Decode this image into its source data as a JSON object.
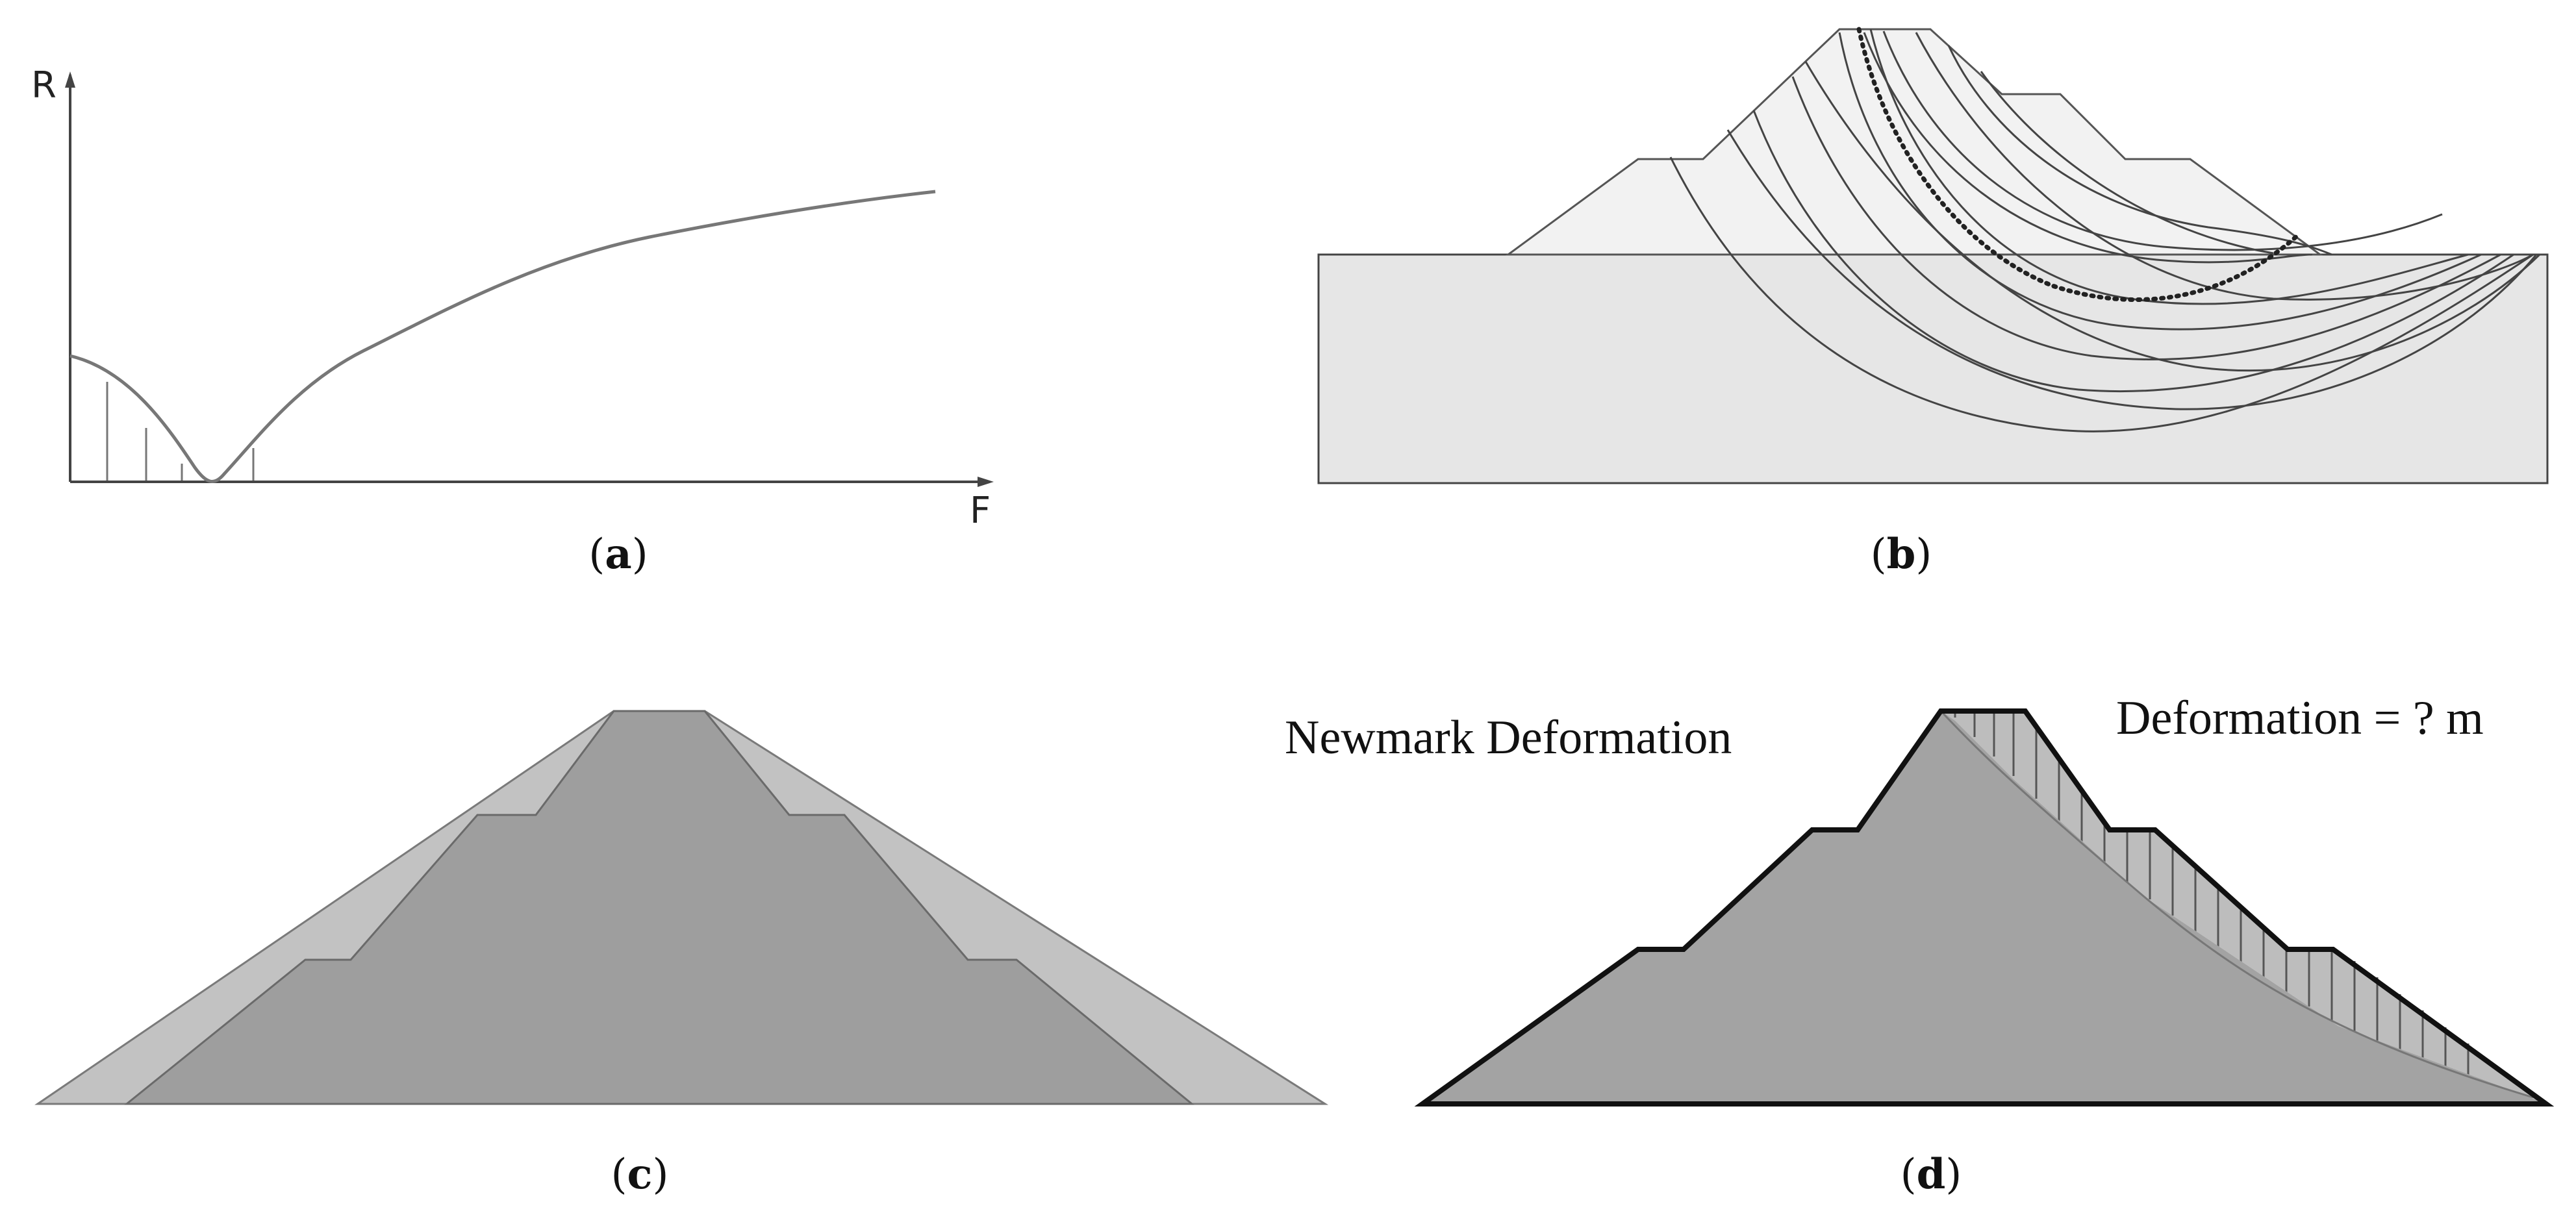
{
  "panels": {
    "a": {
      "caption": "a",
      "axis_y_label": "R",
      "axis_x_label": "F"
    },
    "b": {
      "caption": "b"
    },
    "c": {
      "caption": "c"
    },
    "d": {
      "caption": "d",
      "annotation_left": "Newmark Deformation",
      "annotation_right": "Deformation = ? m"
    }
  },
  "colors": {
    "line": "#555555",
    "outer_shell": "#c2c2c2",
    "core": "#9e9e9e",
    "embankment_light": "#f2f2f2",
    "foundation": "#e6e6e6"
  }
}
